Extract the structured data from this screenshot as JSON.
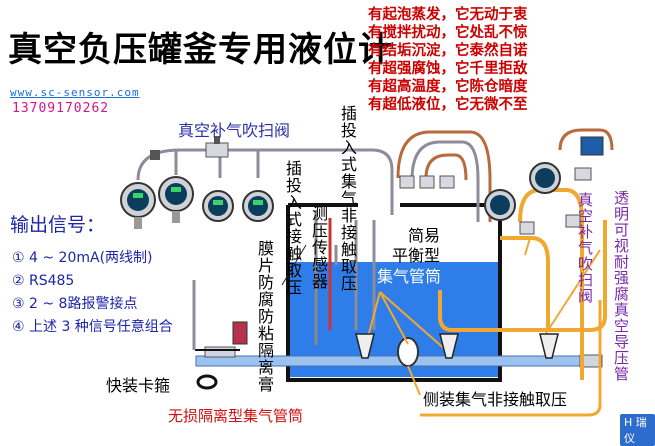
{
  "title": "真空负压罐釜专用液位计",
  "website": "www.sc-sensor.com",
  "phone": "13709170262",
  "slogans": [
    "有起泡蒸发，它无动于衷",
    "有搅拌扰动，它处乱不惊",
    "有结垢沉淀，它泰然自诺",
    "有超强腐蚀，它千里拒敌",
    "有超高温度，它陈仓暗度",
    "有超低液位，它无微不至"
  ],
  "labels": {
    "vacuum_purge_valve": "真空补气吹扫阀",
    "output_signal_title": "输出信号：",
    "output_signals": [
      "① 4 ~ 20mA(两线制)",
      "② RS485",
      "③ 2 ~ 8路报警接点",
      "④ 上述 3 种信号任意组合"
    ],
    "insert_contact_tap": "插投入式接触取压",
    "pressure_sensor": "测压传感器",
    "insert_noncontact_tap": "插投入式集气非接触取压",
    "membrane_isolation": "膜片防腐防粘隔离膏",
    "simple_balanced_tube_line1": "简易",
    "simple_balanced_tube_line2": "平衡型",
    "simple_balanced_tube_line3": "集气管筒",
    "vacuum_purge_valve_right": "真空补气吹扫阀",
    "transparent_guide": "透明可视耐强腐真空导压管",
    "quick_clamp": "快装卡箍",
    "side_noncontact_tap": "侧装集气非接触取压",
    "lossless_tube": "无损隔离型集气管筒",
    "badge": "H 瑞 仪"
  },
  "colors": {
    "liquid": "#2f7de8",
    "pipe_gray": "#8c8c9a",
    "pipe_brown": "#b86a3c",
    "pipe_orange": "#f0a830",
    "slogan": "#cc0000",
    "accent_blue": "#1d25a8"
  }
}
